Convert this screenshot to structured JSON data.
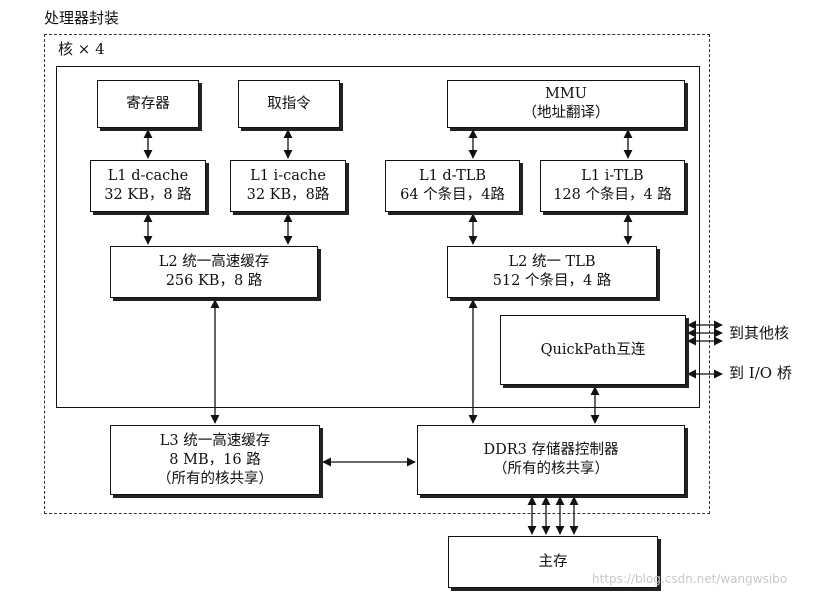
{
  "package_title": "处理器封装",
  "core_label": "核 × 4",
  "boxes": {
    "registers": "寄存器",
    "fetch": "取指令",
    "mmu": {
      "line1": "MMU",
      "line2": "（地址翻译）"
    },
    "l1d": {
      "line1": "L1 d-cache",
      "line2": "32 KB，8 路"
    },
    "l1i": {
      "line1": "L1 i-cache",
      "line2": "32 KB，8路"
    },
    "l1dtlb": {
      "line1": "L1 d-TLB",
      "line2": "64 个条目，4路"
    },
    "l1itlb": {
      "line1": "L1 i-TLB",
      "line2": "128 个条目，4 路"
    },
    "l2": {
      "line1": "L2 统一高速缓存",
      "line2": "256 KB，8 路"
    },
    "l2tlb": {
      "line1": "L2 统一 TLB",
      "line2": "512 个条目，4 路"
    },
    "quickpath": "QuickPath互连",
    "l3": {
      "line1": "L3 统一高速缓存",
      "line2": "8 MB，16 路",
      "line3": "（所有的核共享）"
    },
    "ddr3": {
      "line1": "DDR3 存储器控制器",
      "line2": "（所有的核共享）"
    },
    "main_memory": "主存"
  },
  "external": {
    "to_other_cores": "到其他核",
    "to_io_bridge": "到 I/O 桥"
  },
  "watermark": "https://blog.csdn.net/wangwsibo"
}
